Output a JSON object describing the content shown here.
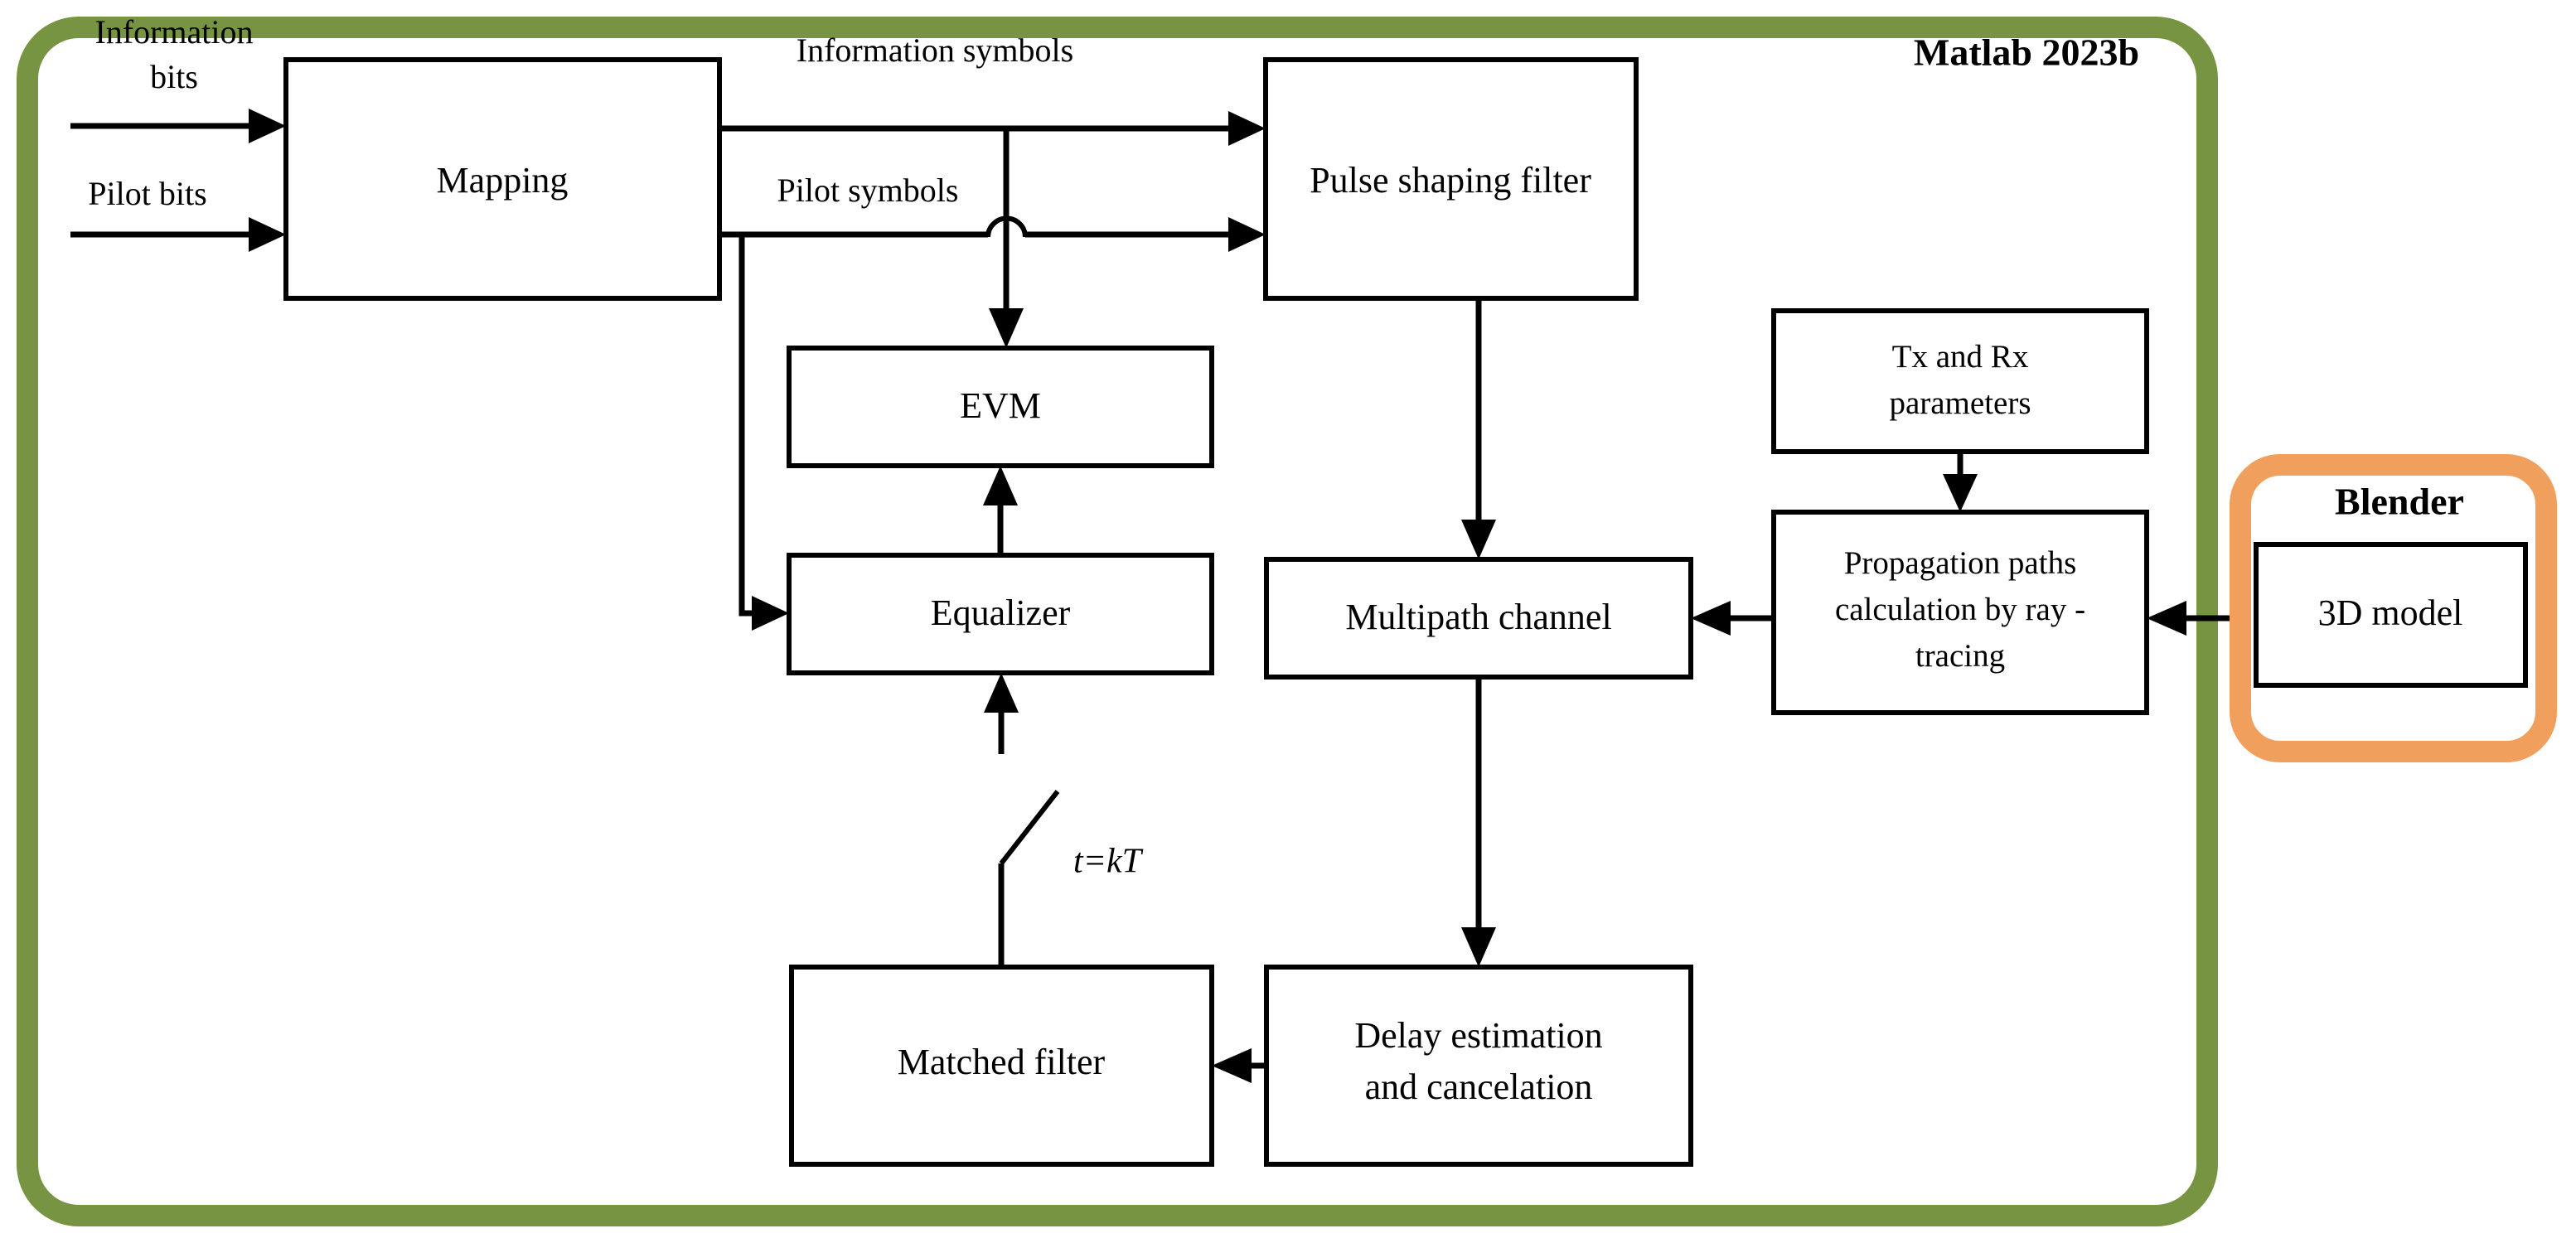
{
  "diagram": {
    "title": "Matlab / Blender simulation block diagram",
    "environments": [
      {
        "id": "matlab",
        "label": "Matlab 2023b",
        "color": "#769442",
        "shape": "rounded-rect"
      },
      {
        "id": "blender",
        "label": "Blender",
        "color": "#f09f5c",
        "shape": "rounded-rect"
      }
    ],
    "blocks": {
      "mapping": "Mapping",
      "pulse_shaping_filter": "Pulse shaping filter",
      "evm": "EVM",
      "equalizer": "Equalizer",
      "multipath_channel": "Multipath channel",
      "tx_rx_parameters_line1": "Tx and Rx",
      "tx_rx_parameters_line2": "parameters",
      "propagation_line1": "Propagation paths",
      "propagation_line2": "calculation by ray -",
      "propagation_line3": "tracing",
      "matched_filter": "Matched filter",
      "delay_line1": "Delay estimation",
      "delay_line2": "and cancelation",
      "three_d_model": "3D model"
    },
    "signal_labels": {
      "information_bits_line1": "Information",
      "information_bits_line2": "bits",
      "pilot_bits": "Pilot bits",
      "information_symbols": "Information symbols",
      "pilot_symbols": "Pilot symbols",
      "sampling_instant": "t=kT"
    },
    "colors": {
      "matlab_border": "#769442",
      "blender_border": "#f09f5c",
      "stroke": "#000000",
      "fill": "#ffffff"
    }
  }
}
